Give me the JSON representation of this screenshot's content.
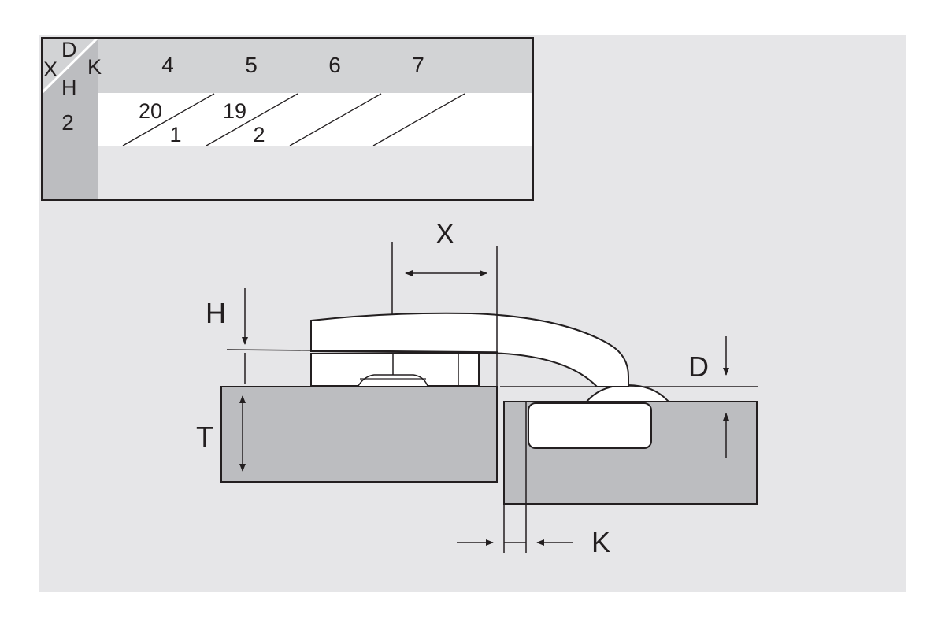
{
  "colors": {
    "panel": "#e6e6e8",
    "header": "#d2d3d5",
    "block": "#bcbdc0",
    "white": "#ffffff",
    "ink": "#231f20"
  },
  "table": {
    "corner": {
      "x": "X",
      "d": "D",
      "h": "H",
      "k": "K"
    },
    "k_values": [
      "4",
      "5",
      "6",
      "7"
    ],
    "h_values": [
      "2"
    ],
    "cells": [
      [
        {
          "upper": "20",
          "lower": "1"
        },
        {
          "upper": "19",
          "lower": "2"
        },
        {
          "upper": "",
          "lower": ""
        },
        {
          "upper": "",
          "lower": ""
        }
      ]
    ]
  },
  "diagram": {
    "label_x": "X",
    "label_h": "H",
    "label_d": "D",
    "label_t": "T",
    "label_k": "K"
  }
}
